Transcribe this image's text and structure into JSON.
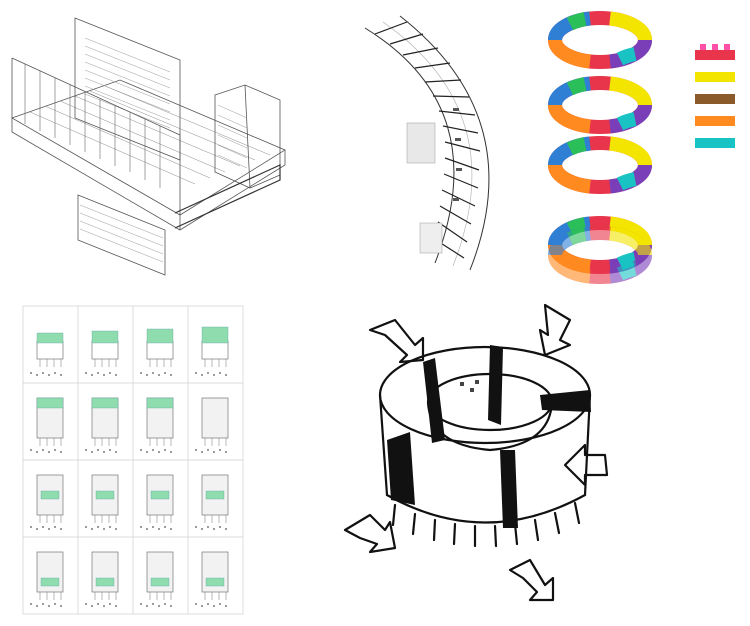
{
  "colors": {
    "line": "#444444",
    "light_line": "#8a8a8a",
    "green_accent": "#8fdcae",
    "ring_palette": [
      "#e8354b",
      "#2f7fd4",
      "#f3e500",
      "#7a3fb8",
      "#ff8a1f",
      "#2bbf5a",
      "#19c3c3",
      "#ff4fa8",
      "#8a5a2b",
      "#9b9b9b"
    ]
  },
  "panels": [
    {
      "id": "balcony",
      "icon": "isometric-balcony-drawing"
    },
    {
      "id": "arcplan",
      "icon": "curved-floor-plan"
    },
    {
      "id": "rings",
      "icon": "colored-ring-diagrams"
    },
    {
      "id": "grid",
      "icon": "stepwise-assembly-grid"
    },
    {
      "id": "sketch",
      "icon": "hand-sketch-ring-arrows"
    }
  ],
  "grid": {
    "rows": 4,
    "cols": 4
  }
}
